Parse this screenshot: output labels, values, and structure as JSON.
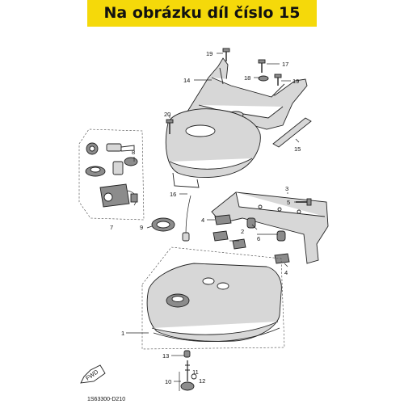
{
  "banner": {
    "text": "Na obrázku díl číslo 15",
    "color": "#f5d90a"
  },
  "diagram_code": "1S63300-D210",
  "fwd_label": "FWD",
  "callouts": {
    "c1": "1",
    "c2": "2",
    "c3": "3",
    "c4a": "4",
    "c4b": "4",
    "c5": "5",
    "c6": "6",
    "c7": "7",
    "c8": "8",
    "c9": "9",
    "c10": "10",
    "c11": "11",
    "c12": "12",
    "c13": "13",
    "c14": "14",
    "c15": "15",
    "c16": "16",
    "c17": "17",
    "c18": "18",
    "c19a": "19",
    "c19b": "19",
    "c20": "20"
  }
}
